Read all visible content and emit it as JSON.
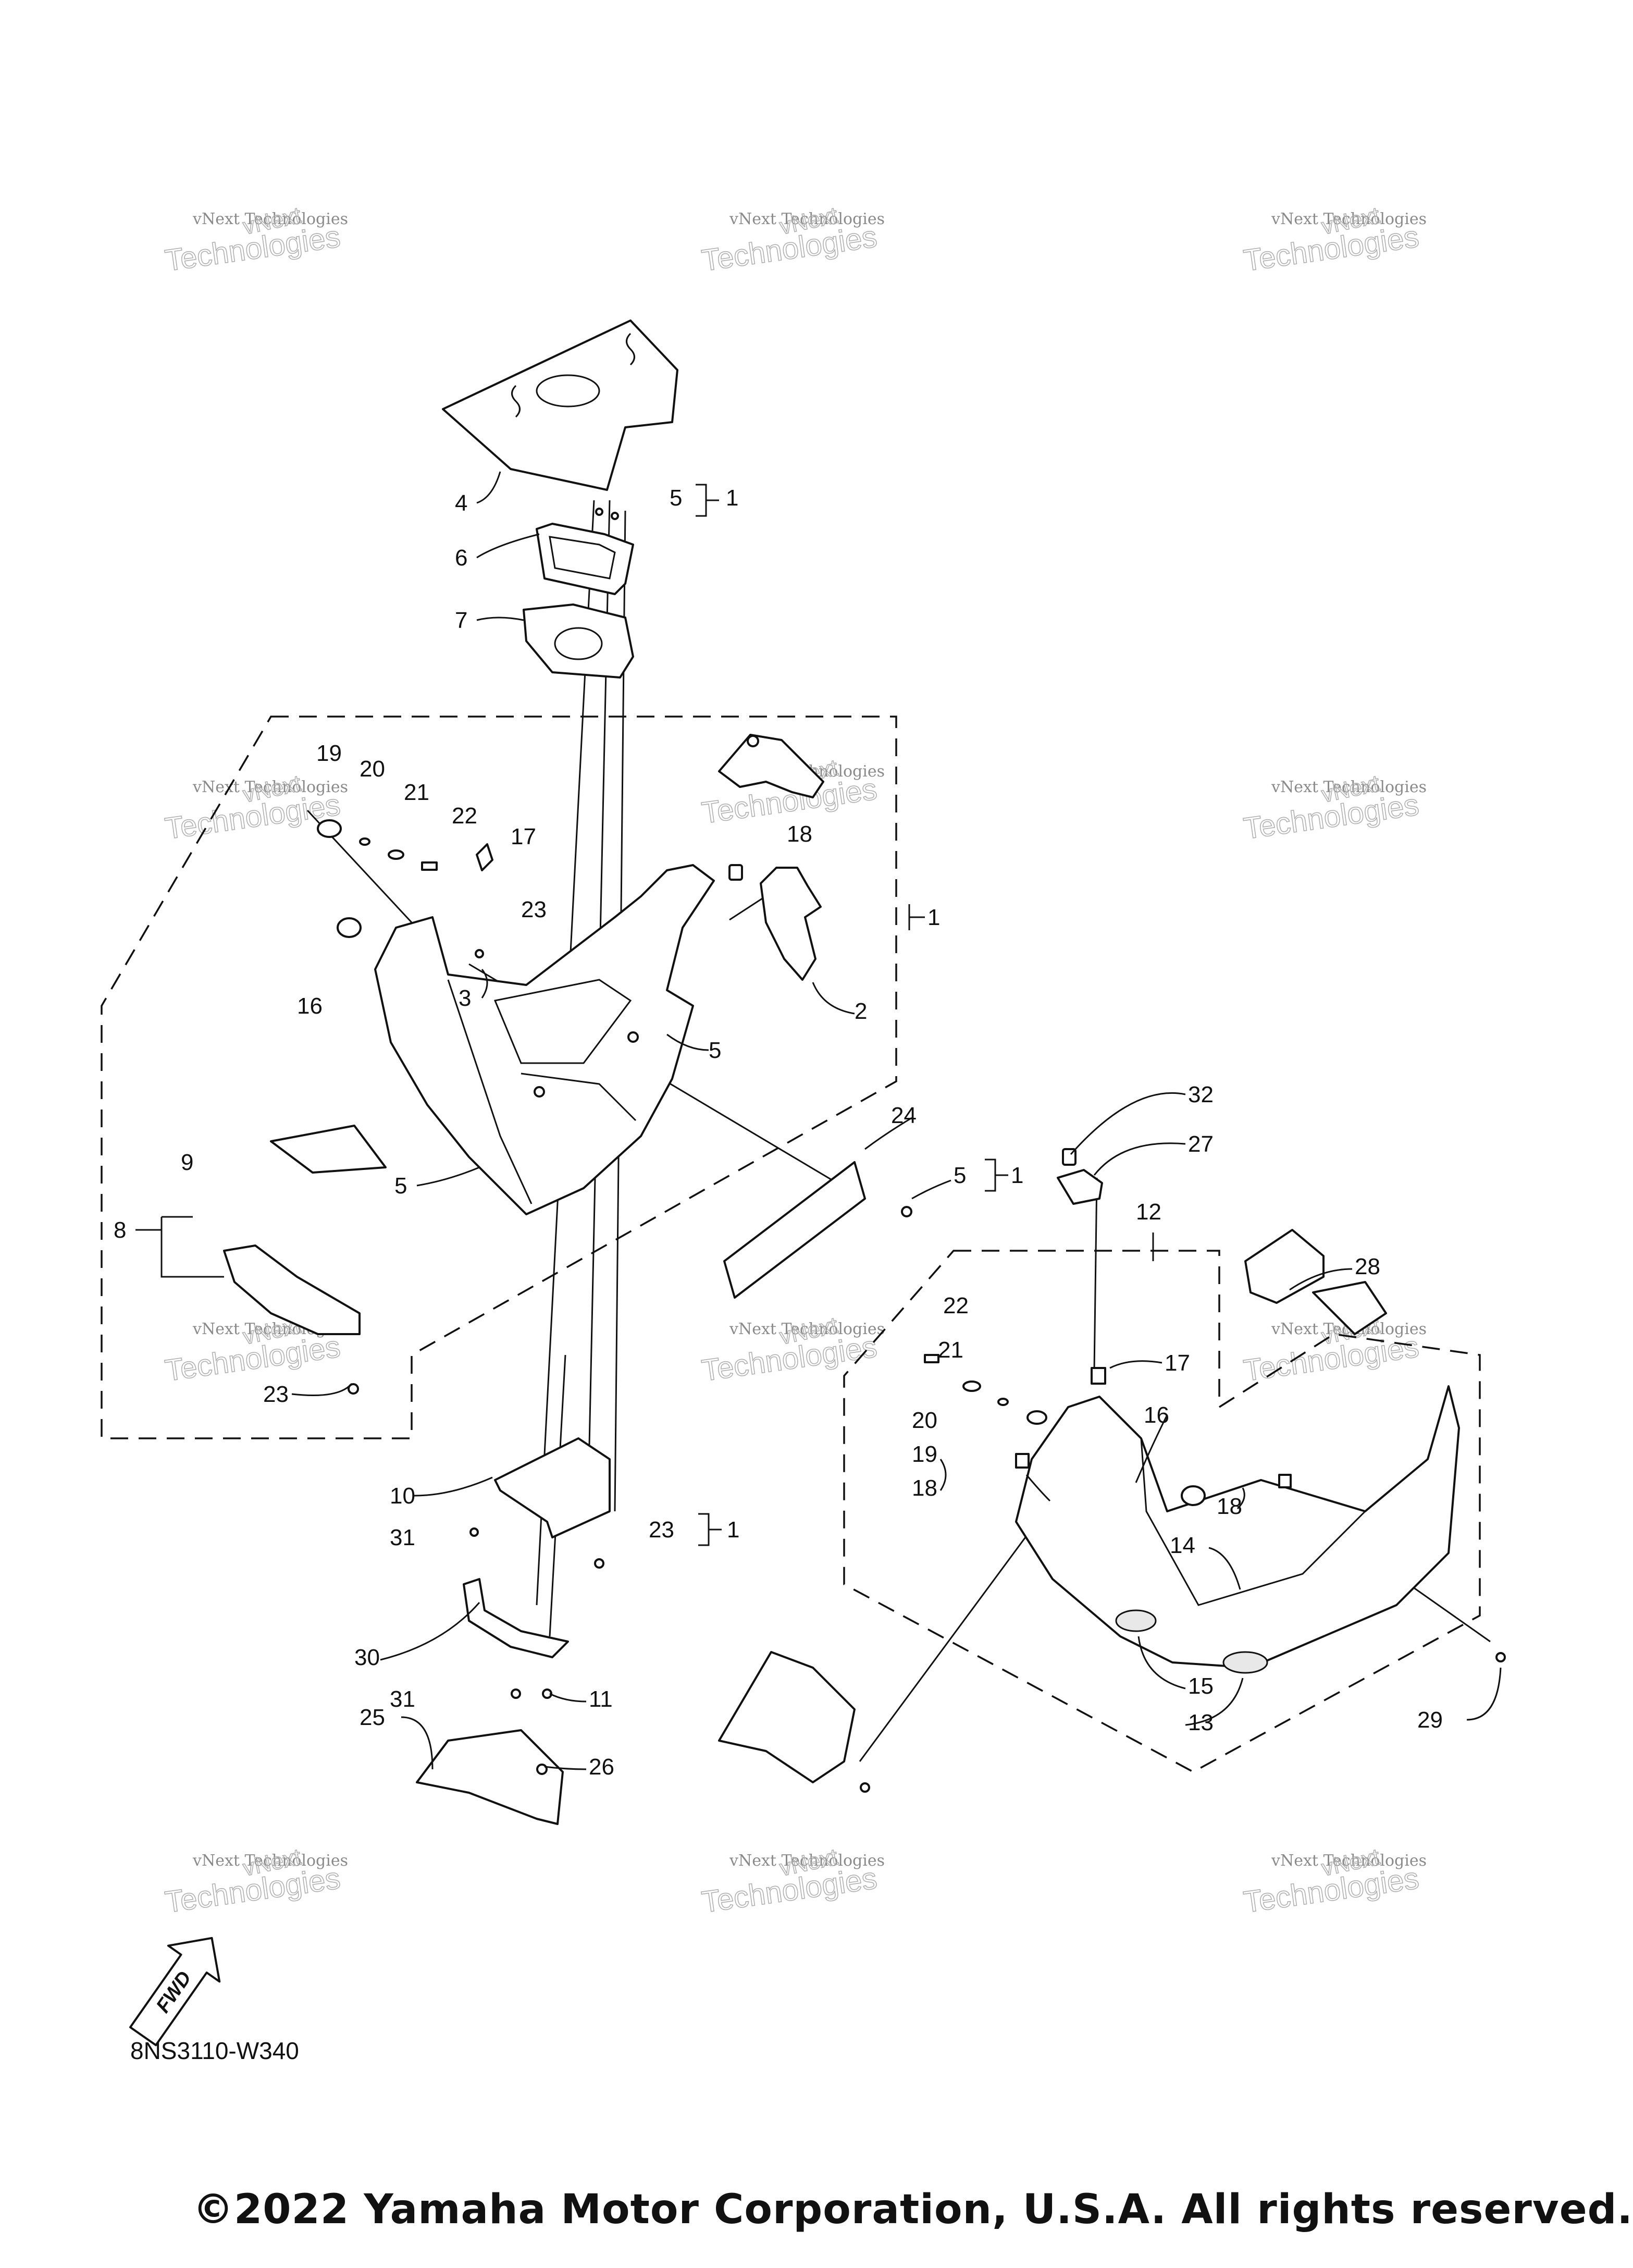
{
  "diagram_code": "8NS3110-W340",
  "copyright": "©2022 Yamaha Motor Corporation, U.S.A. All rights reserved.",
  "fwd_label": "FWD",
  "watermark": {
    "line1": "vNext",
    "line2": "vNext Technologies",
    "line3": "Technologies"
  },
  "callouts": {
    "c4": "4",
    "c5a": "5",
    "c1a": "1",
    "c6": "6",
    "c7": "7",
    "c19a": "19",
    "c20a": "20",
    "c21a": "21",
    "c22a": "22",
    "c17a": "17",
    "c18a": "18",
    "c23a": "23",
    "c1b": "1",
    "c16a": "16",
    "c3": "3",
    "c2": "2",
    "c5b": "5",
    "c9": "9",
    "c8": "8",
    "c5c": "5",
    "c23b": "23",
    "c24": "24",
    "c5d": "5",
    "c1c": "1",
    "c32": "32",
    "c27": "27",
    "c12": "12",
    "c28": "28",
    "c22b": "22",
    "c21b": "21",
    "c17b": "17",
    "c20b": "20",
    "c16b": "16",
    "c19b": "19",
    "c18b": "18",
    "c18c": "18",
    "c14": "14",
    "c10": "10",
    "c31a": "31",
    "c23c": "23",
    "c1d": "1",
    "c30": "30",
    "c31b": "31",
    "c11": "11",
    "c25": "25",
    "c26": "26",
    "c15": "15",
    "c13": "13",
    "c29": "29"
  }
}
